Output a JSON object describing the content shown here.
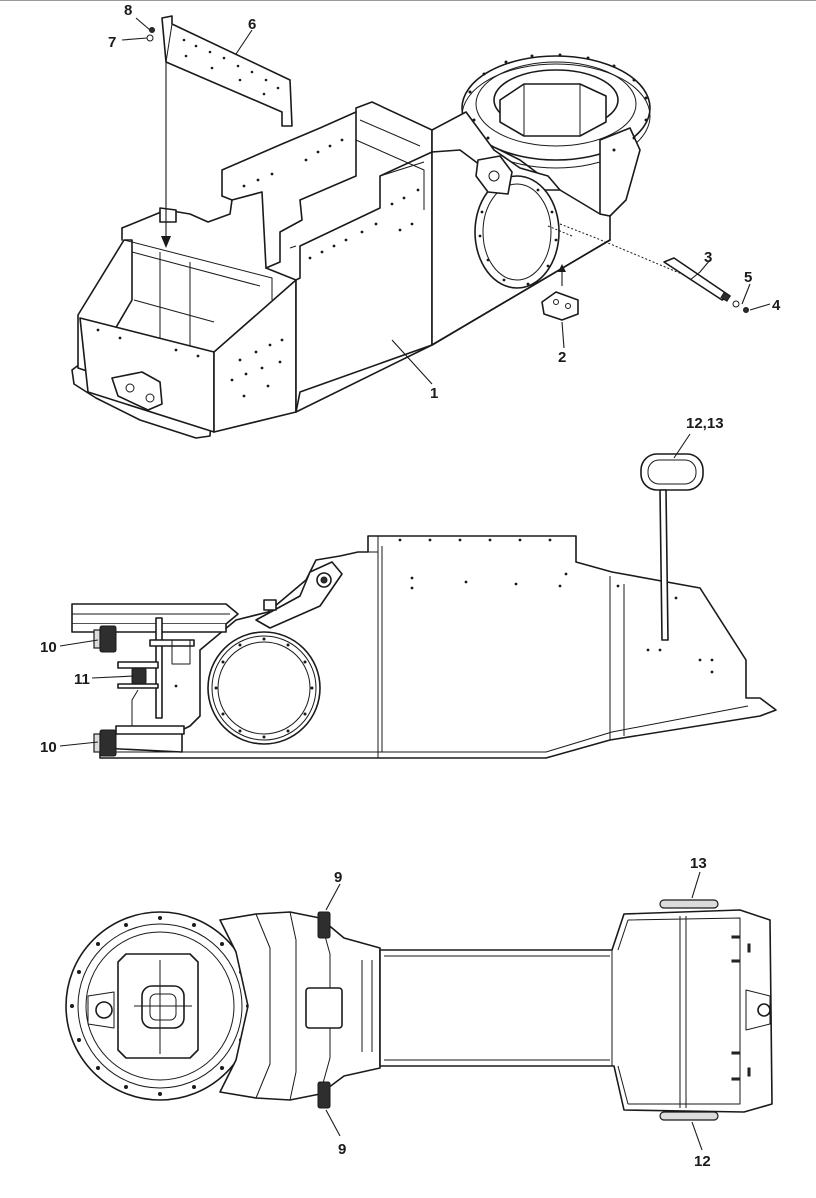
{
  "figure": {
    "background": "#ffffff",
    "line_color": "#1a1a1a",
    "views": [
      "isometric",
      "side",
      "top"
    ]
  },
  "callouts": {
    "c1": "1",
    "c2": "2",
    "c3": "3",
    "c4": "4",
    "c5": "5",
    "c6": "6",
    "c7": "7",
    "c8": "8",
    "c9_top": "9",
    "c9_bottom": "9",
    "c10_upper": "10",
    "c10_lower": "10",
    "c11": "11",
    "c12_13": "12,13",
    "c12": "12",
    "c13": "13"
  }
}
